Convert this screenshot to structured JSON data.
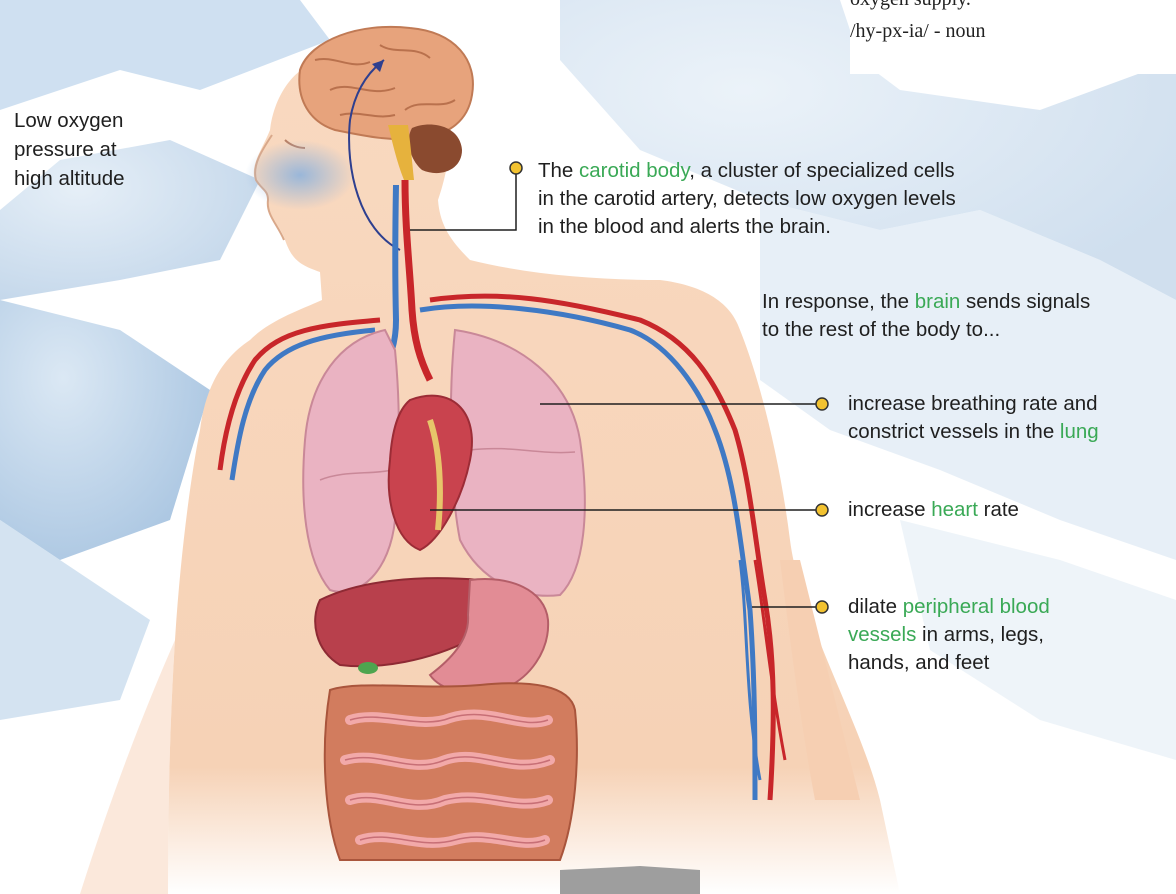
{
  "definition": {
    "line_partial": "oxygen supply.",
    "pronunciation": "/hy-px-ia/ - noun"
  },
  "labels": {
    "altitude": [
      "Low oxygen",
      "pressure at",
      "high altitude"
    ],
    "carotid": {
      "pre": "The ",
      "highlight": "carotid body",
      "post": ", a cluster of specialized cells",
      "line2": "in the carotid artery, detects low oxygen levels",
      "line3": "in the blood and alerts the brain."
    },
    "brain": {
      "pre": "In response, the ",
      "highlight": "brain",
      "post": " sends signals",
      "line2": "to the rest of the body to..."
    },
    "lung": {
      "line1": "increase breathing rate and",
      "pre": "constrict vessels in the ",
      "highlight": "lung"
    },
    "heart": {
      "pre": "increase ",
      "highlight": "heart",
      "post": " rate"
    },
    "vessels": {
      "pre": "dilate ",
      "highlight1": "peripheral blood",
      "highlight2": "vessels",
      "post": " in arms, legs,",
      "line3": "hands, and feet"
    }
  },
  "colors": {
    "highlight": "#3aa956",
    "marker": "#f2c230",
    "artery": "#c8262a",
    "vein": "#3f79c4",
    "skin": "#f7d1b4",
    "lung": "#eab3c2",
    "heart": "#c9434e",
    "liver": "#b8404c",
    "intestine": "#e38f98",
    "sky": "#b7cfe6"
  }
}
